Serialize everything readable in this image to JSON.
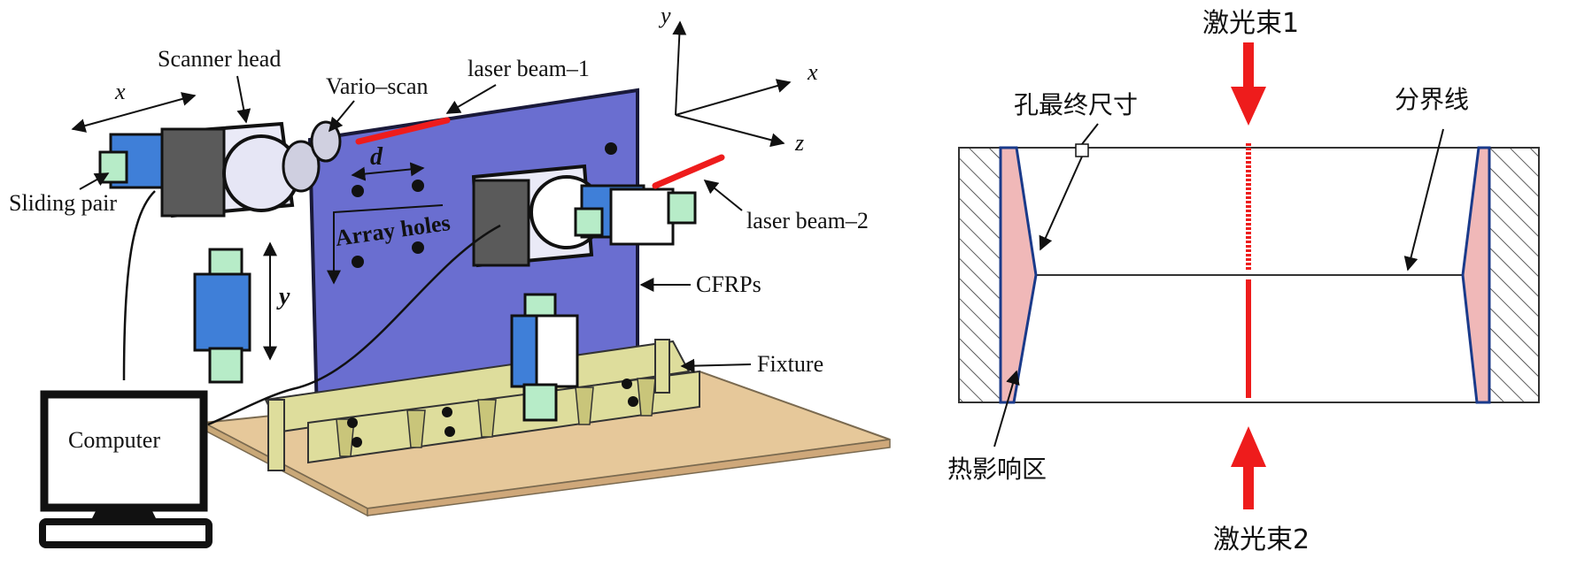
{
  "left_diagram": {
    "labels": {
      "scanner_head": "Scanner head",
      "vario_scan": "Vario–scan",
      "laser_beam_1": "laser beam–1",
      "laser_beam_2": "laser beam–2",
      "sliding_pair": "Sliding pair",
      "array_holes": "Array holes",
      "cfrps": "CFRPs",
      "fixture": "Fixture",
      "computer": "Computer",
      "d": "d",
      "x_motion": "x",
      "y_motion": "y"
    },
    "axes": {
      "y": "y",
      "x": "x",
      "z": "z"
    }
  },
  "right_diagram": {
    "labels": {
      "beam_1": "激光束1",
      "beam_2": "激光束2",
      "final_hole_size": "孔最终尺寸",
      "boundary": "分界线",
      "haz": "热影响区"
    }
  },
  "colors": {
    "plate": "#6a6ed0",
    "laser": "#ee1c1c",
    "haz_fill": "#f0b8b8",
    "base": "#e6c89a",
    "fixture": "#dedd9c",
    "module_blue": "#3f7fd8",
    "module_green": "#b7ecc8",
    "scanner_body": "#eaeaf7"
  }
}
